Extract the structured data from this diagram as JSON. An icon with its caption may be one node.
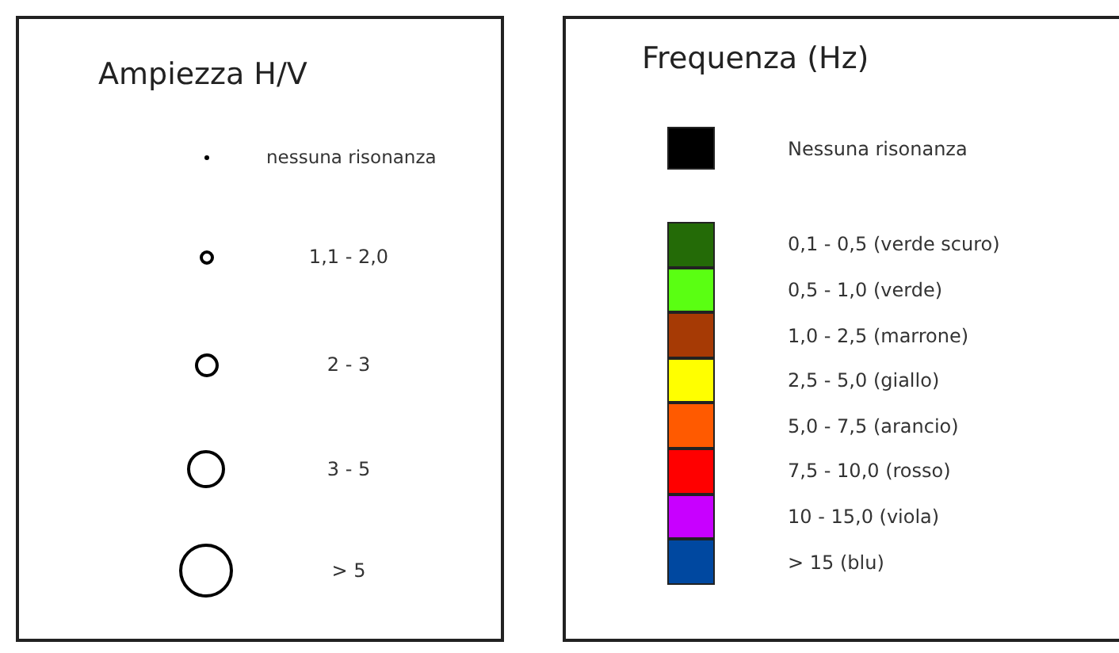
{
  "diagram": {
    "nodes": [
      {
        "text": [
          "Ampiezza H/V"
        ]
      },
      {
        "text": [
          "Frequenza (Hz)"
        ]
      }
    ],
    "legend": [
      {
        "text": "nessuna risonanza"
      },
      {
        "text": "1,1 - 2,0"
      },
      {
        "text": "2 - 3"
      },
      {
        "text": "3 - 5"
      },
      {
        "text": "> 5"
      },
      {
        "text": "Nessuna risonanza",
        "color": "#000000"
      },
      {
        "text": "0,1 - 0,5 (verde scuro)",
        "color": "#246b07"
      },
      {
        "text": "0,5 - 1,0 (verde)",
        "color": "#5aff12"
      },
      {
        "text": "1,0 - 2,5 (marrone)",
        "color": "#a63a05"
      },
      {
        "text": "2,5 - 5,0 (giallo)",
        "color": "#ffff00"
      },
      {
        "text": "5,0 - 7,5 (arancio)",
        "color": "#ff5a00"
      },
      {
        "text": "7,5 - 10,0 (rosso)",
        "color": "#ff0000"
      },
      {
        "text": "10 - 15,0 (viola)",
        "color": "#c800ff"
      },
      {
        "text": "> 15 (blu)",
        "color": "#0048a0"
      }
    ]
  }
}
